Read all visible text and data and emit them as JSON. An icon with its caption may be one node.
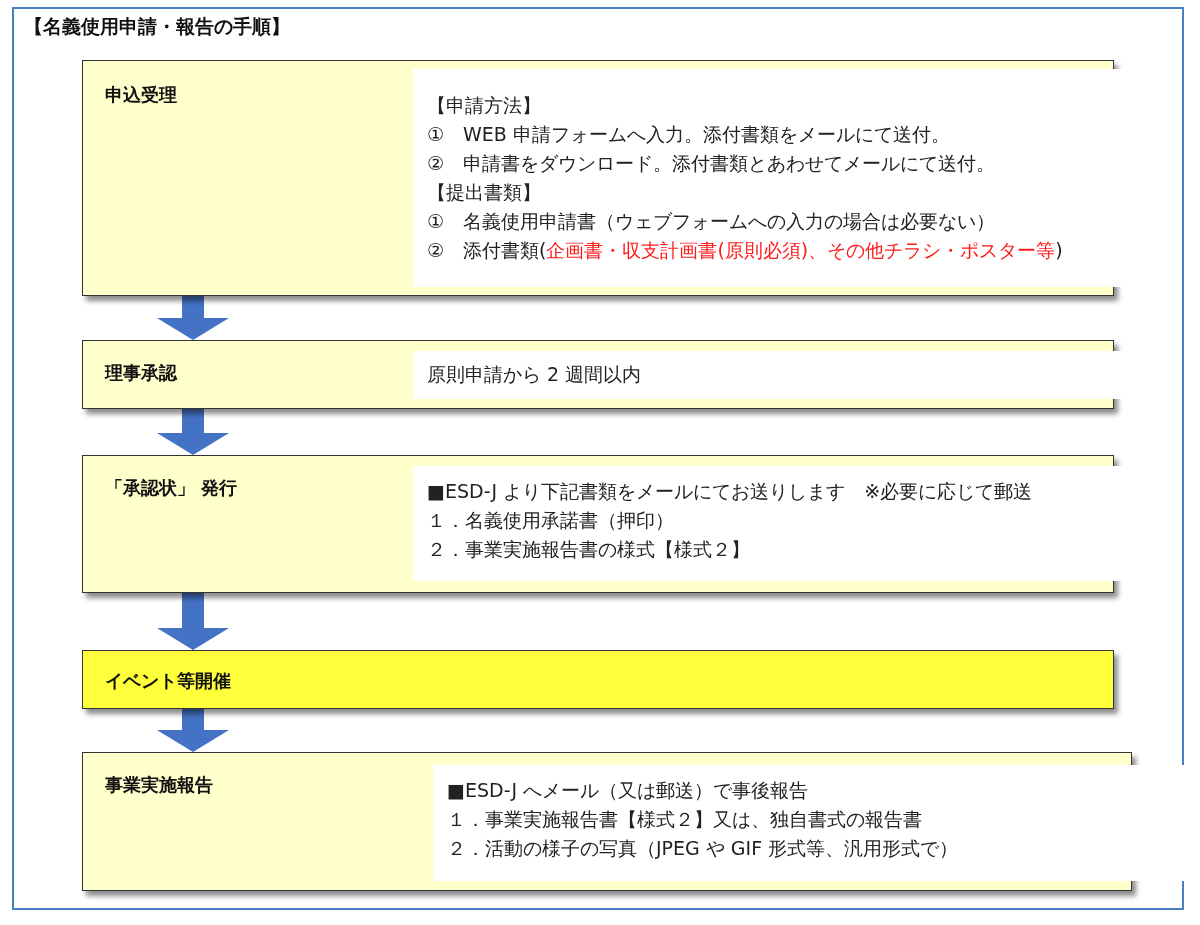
{
  "diagram": {
    "title": "【名義使用申請・報告の手順】",
    "nodes": [
      {
        "text": [
          "申込受理"
        ]
      },
      {
        "text": [
          "【申請方法】",
          "①　WEB 申請フォームへ入力。添付書類をメールにて送付。",
          "②　申請書をダウンロード。添付書類とあわせてメールにて送付。",
          "【提出書類】",
          "①　名義使用申請書（ウェブフォームへの入力の場合は必要ない）",
          "②　添付書類(",
          "企画書・収支計画書(原則必須)、その他チラシ・ポスター等",
          ")"
        ],
        "in": 0
      },
      {
        "text": [
          "理事承認"
        ]
      },
      {
        "text": [
          "原則申請から 2 週間以内"
        ],
        "in": 2
      },
      {
        "text": [
          "「承認状」 発行"
        ]
      },
      {
        "text": [
          "■ESD-J より下記書類をメールにてお送りします　※必要に応じて郵送",
          "１．名義使用承諾書（押印）",
          "２．事業実施報告書の様式【様式２】"
        ],
        "in": 4
      },
      {
        "text": [
          "イベント等開催"
        ]
      },
      {
        "text": [
          "事業実施報告"
        ]
      },
      {
        "text": [
          "■ESD-J へメール（又は郵送）で事後報告",
          "１．事業実施報告書【様式２】又は、独自書式の報告書",
          "２．活動の様子の写真（JPEG や GIF 形式等、汎用形式で）"
        ],
        "in": 7
      }
    ],
    "edges": [
      {
        "from": 0,
        "to": 2,
        "arrow": "to"
      },
      {
        "from": 2,
        "to": 4,
        "arrow": "to"
      },
      {
        "from": 4,
        "to": 6,
        "arrow": "to"
      },
      {
        "from": 6,
        "to": 7,
        "arrow": "to"
      }
    ]
  }
}
